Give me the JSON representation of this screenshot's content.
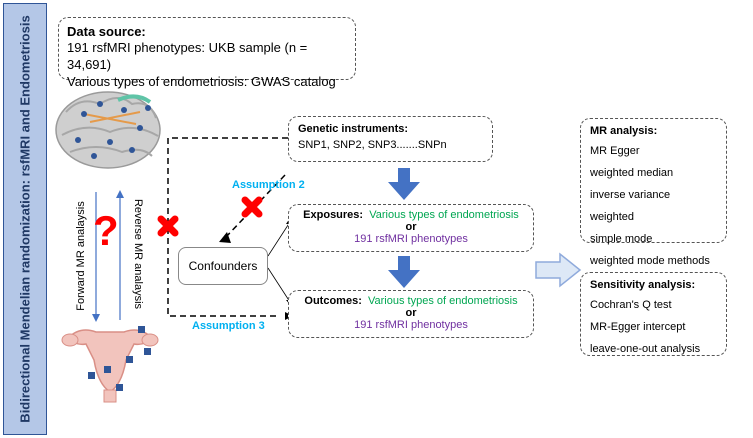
{
  "sidebar": {
    "title": "Bidirectional Mendelian randomization: rsfMRI  and Endometriosis"
  },
  "data_source": {
    "title": "Data source:",
    "line1": "191 rsfMRI phenotypes: UKB sample (n = 34,691)",
    "line2": "Various types of endometriosis: GWAS catalog"
  },
  "genetic": {
    "title": "Genetic instruments:",
    "snps": "SNP1, SNP2, SNP3.......SNPn"
  },
  "exposures": {
    "title": "Exposures:",
    "a": "Various types of endometriosis",
    "or": "or",
    "b": "191 rsfMRI phenotypes"
  },
  "outcomes": {
    "title": "Outcomes:",
    "a": "Various types of endometriosis",
    "or": "or",
    "b": "191 rsfMRI phenotypes"
  },
  "confounders": {
    "label": "Confounders"
  },
  "assumptions": {
    "a2": "Assumption 2",
    "a3": "Assumption 3"
  },
  "mr_directions": {
    "forward": "Forward MR analaysis",
    "reverse": "Reverse MR analaysis",
    "question": "?"
  },
  "mr_analysis": {
    "title": "MR analysis:",
    "items": [
      "MR Egger",
      "weighted median",
      "inverse variance weighted",
      "simple mode",
      "weighted mode methods"
    ]
  },
  "sensitivity": {
    "title": "Sensitivity analysis:",
    "items": [
      "Cochran's Q test",
      "MR-Egger intercept",
      "leave-one-out analysis"
    ]
  },
  "colors": {
    "green": "#00a651",
    "purple": "#7030a0",
    "cyan": "#00b0f0",
    "arrow_blue": "#4472c4",
    "red": "#ff0000"
  }
}
